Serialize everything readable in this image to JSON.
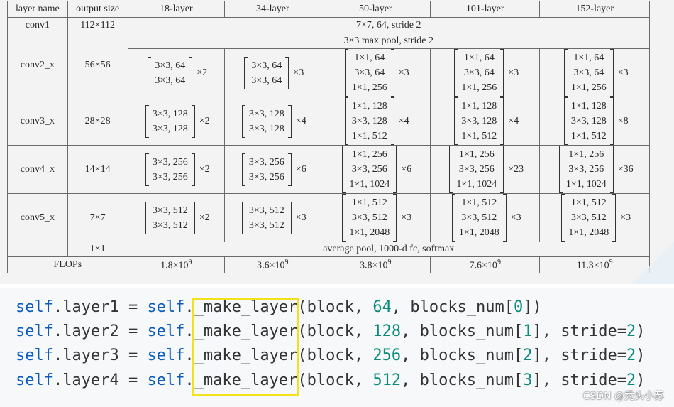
{
  "table": {
    "headers": [
      "layer name",
      "output size",
      "18-layer",
      "34-layer",
      "50-layer",
      "101-layer",
      "152-layer"
    ],
    "conv1": {
      "name": "conv1",
      "size": "112×112",
      "spec": "7×7, 64, stride 2"
    },
    "pool": {
      "spec": "3×3 max pool, stride 2"
    },
    "stages": [
      {
        "name": "conv2_x",
        "size": "56×56",
        "blocks": [
          {
            "lines": [
              "3×3, 64",
              "3×3, 64"
            ],
            "mult": "×2"
          },
          {
            "lines": [
              "3×3, 64",
              "3×3, 64"
            ],
            "mult": "×3"
          },
          {
            "lines": [
              "1×1, 64",
              "3×3, 64",
              "1×1, 256"
            ],
            "mult": "×3"
          },
          {
            "lines": [
              "1×1, 64",
              "3×3, 64",
              "1×1, 256"
            ],
            "mult": "×3"
          },
          {
            "lines": [
              "1×1, 64",
              "3×3, 64",
              "1×1, 256"
            ],
            "mult": "×3"
          }
        ]
      },
      {
        "name": "conv3_x",
        "size": "28×28",
        "blocks": [
          {
            "lines": [
              "3×3, 128",
              "3×3, 128"
            ],
            "mult": "×2"
          },
          {
            "lines": [
              "3×3, 128",
              "3×3, 128"
            ],
            "mult": "×4"
          },
          {
            "lines": [
              "1×1, 128",
              "3×3, 128",
              "1×1, 512"
            ],
            "mult": "×4"
          },
          {
            "lines": [
              "1×1, 128",
              "3×3, 128",
              "1×1, 512"
            ],
            "mult": "×4"
          },
          {
            "lines": [
              "1×1, 128",
              "3×3, 128",
              "1×1, 512"
            ],
            "mult": "×8"
          }
        ]
      },
      {
        "name": "conv4_x",
        "size": "14×14",
        "blocks": [
          {
            "lines": [
              "3×3, 256",
              "3×3, 256"
            ],
            "mult": "×2"
          },
          {
            "lines": [
              "3×3, 256",
              "3×3, 256"
            ],
            "mult": "×6"
          },
          {
            "lines": [
              "1×1, 256",
              "3×3, 256",
              "1×1, 1024"
            ],
            "mult": "×6"
          },
          {
            "lines": [
              "1×1, 256",
              "3×3, 256",
              "1×1, 1024"
            ],
            "mult": "×23"
          },
          {
            "lines": [
              "1×1, 256",
              "3×3, 256",
              "1×1, 1024"
            ],
            "mult": "×36"
          }
        ]
      },
      {
        "name": "conv5_x",
        "size": "7×7",
        "blocks": [
          {
            "lines": [
              "3×3, 512",
              "3×3, 512"
            ],
            "mult": "×2"
          },
          {
            "lines": [
              "3×3, 512",
              "3×3, 512"
            ],
            "mult": "×3"
          },
          {
            "lines": [
              "1×1, 512",
              "3×3, 512",
              "1×1, 2048"
            ],
            "mult": "×3"
          },
          {
            "lines": [
              "1×1, 512",
              "3×3, 512",
              "1×1, 2048"
            ],
            "mult": "×3"
          },
          {
            "lines": [
              "1×1, 512",
              "3×3, 512",
              "1×1, 2048"
            ],
            "mult": "×3"
          }
        ]
      }
    ],
    "fc": {
      "size": "1×1",
      "spec": "average pool, 1000-d fc, softmax"
    },
    "flops": {
      "label": "FLOPs",
      "values": [
        {
          "base": "1.8×10",
          "exp": "9"
        },
        {
          "base": "3.6×10",
          "exp": "9"
        },
        {
          "base": "3.8×10",
          "exp": "9"
        },
        {
          "base": "7.6×10",
          "exp": "9"
        },
        {
          "base": "11.3×10",
          "exp": "9"
        }
      ]
    }
  },
  "code": {
    "lines": [
      {
        "obj": "self",
        "lhs": ".layer1 = ",
        "obj2": "self",
        "fn": "._make_layer",
        "arg1": "(block, ",
        "n": "64",
        "arg2": ", blocks_num[",
        "idx": "0",
        "rest": "])",
        "stride": "",
        "close": ""
      },
      {
        "obj": "self",
        "lhs": ".layer2 = ",
        "obj2": "self",
        "fn": "._make_layer",
        "arg1": "(block, ",
        "n": "128",
        "arg2": ", blocks_num[",
        "idx": "1",
        "rest": "], stride=",
        "stride": "2",
        "close": ")"
      },
      {
        "obj": "self",
        "lhs": ".layer3 = ",
        "obj2": "self",
        "fn": "._make_layer",
        "arg1": "(block, ",
        "n": "256",
        "arg2": ", blocks_num[",
        "idx": "2",
        "rest": "], stride=",
        "stride": "2",
        "close": ")"
      },
      {
        "obj": "self",
        "lhs": ".layer4 = ",
        "obj2": "self",
        "fn": "._make_layer",
        "arg1": "(block, ",
        "n": "512",
        "arg2": ", blocks_num[",
        "idx": "3",
        "rest": "], stride=",
        "stride": "2",
        "close": ")"
      }
    ]
  },
  "watermark": "CSDN @秃头小苏",
  "colors": {
    "highlight": "#f2e11d",
    "keyword": "#0b5bbf",
    "number": "#0a8a7a"
  }
}
